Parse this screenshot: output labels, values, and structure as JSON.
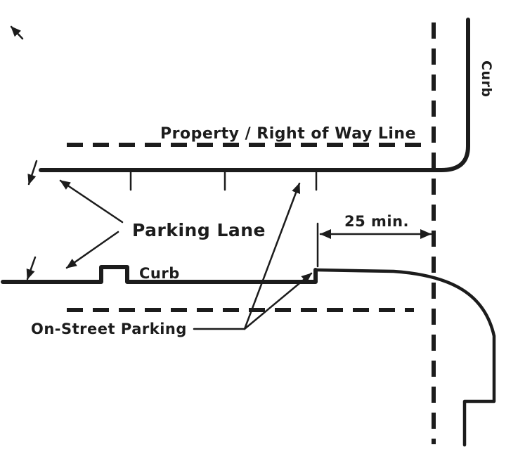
{
  "diagram": {
    "labels": {
      "property_line": "Property / Right of Way Line",
      "parking_lane": "Parking Lane",
      "curb_vertical": "Curb",
      "curb_street": "Curb",
      "dimension_min": "25 min.",
      "on_street_parking": "On-Street Parking"
    },
    "colors": {
      "ink": "#1c1c1c",
      "background": "#ffffff"
    }
  }
}
